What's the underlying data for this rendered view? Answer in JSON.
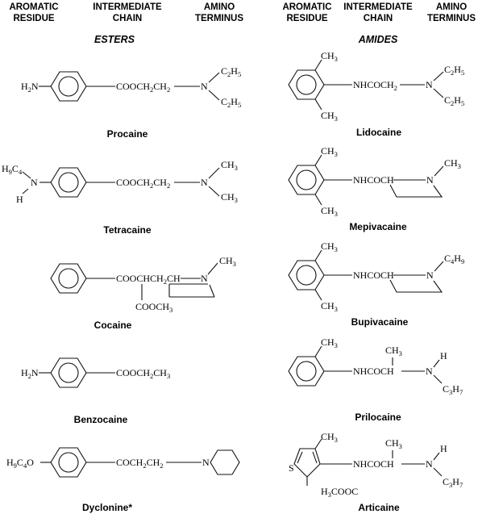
{
  "headers": {
    "left": [
      [
        "AROMATIC",
        "RESIDUE"
      ],
      [
        "INTERMEDIATE",
        "CHAIN"
      ],
      [
        "AMINO",
        "TERMINUS"
      ]
    ],
    "right": [
      [
        "AROMATIC",
        "RESIDUE"
      ],
      [
        "INTERMEDIATE",
        "CHAIN"
      ],
      [
        "AMINO",
        "TERMINUS"
      ]
    ]
  },
  "sections": {
    "esters": "ESTERS",
    "amides": "AMIDES"
  },
  "esters": [
    {
      "name": "Procaine",
      "aromatic": "H2N",
      "chain": "COOCH2CH2",
      "terminus": [
        "C2H5",
        "C2H5"
      ]
    },
    {
      "name": "Tetracaine",
      "aromatic": [
        "H9C4",
        "H"
      ],
      "chain": "COOCH2CH2",
      "terminus": [
        "CH3",
        "CH3"
      ]
    },
    {
      "name": "Cocaine",
      "chain": "COOCHCH2CH",
      "substituents": [
        "CH3",
        "COOCH3"
      ]
    },
    {
      "name": "Benzocaine",
      "aromatic": "H2N",
      "chain": "COOCH2CH3"
    },
    {
      "name": "Dyclonine*",
      "aromatic": "H9C4O",
      "chain": "COCH2CH2"
    }
  ],
  "amides": [
    {
      "name": "Lidocaine",
      "substituents": [
        "CH3",
        "CH3"
      ],
      "chain": "NHCOCH2",
      "terminus": [
        "C2H5",
        "C2H5"
      ]
    },
    {
      "name": "Mepivacaine",
      "substituents": [
        "CH3",
        "CH3"
      ],
      "chain": "NHCOCH",
      "terminus": [
        "CH3"
      ]
    },
    {
      "name": "Bupivacaine",
      "substituents": [
        "CH3",
        "CH3"
      ],
      "chain": "NHCOCH",
      "terminus": [
        "C4H9"
      ]
    },
    {
      "name": "Prilocaine",
      "substituents": [
        "CH3",
        "CH3"
      ],
      "chain": "NHCOCH",
      "terminus": [
        "H",
        "C3H7"
      ]
    },
    {
      "name": "Articaine",
      "substituents": [
        "CH3",
        "CH3",
        "H3COOC"
      ],
      "chain": "NHCOCH",
      "terminus": [
        "H",
        "C3H7"
      ]
    }
  ]
}
